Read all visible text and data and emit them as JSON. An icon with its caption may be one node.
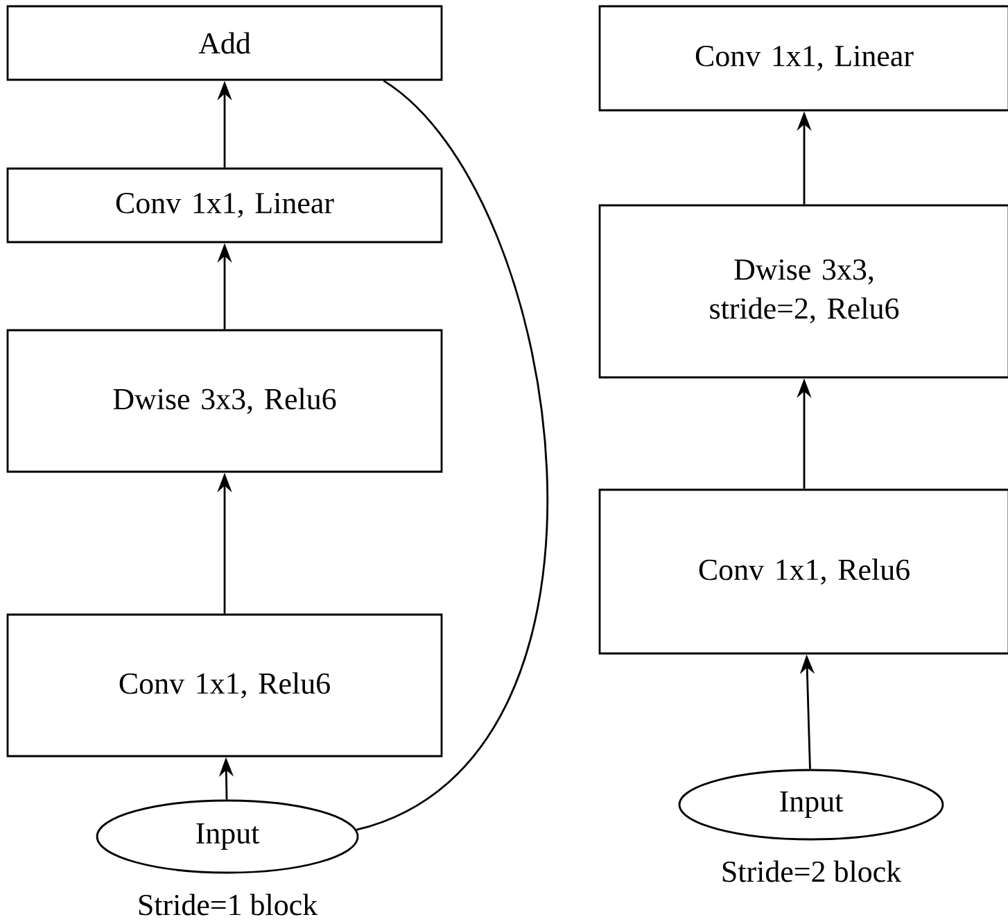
{
  "diagram": {
    "nodes": [
      {
        "text": [
          "Add"
        ]
      },
      {
        "text": [
          "Conv 1x1, Linear"
        ]
      },
      {
        "text": [
          "Dwise 3x3, Relu6"
        ]
      },
      {
        "text": [
          "Conv 1x1, Relu6"
        ]
      },
      {
        "text": [
          "Input"
        ],
        "beside": [
          "Stride=1 block"
        ]
      },
      {
        "text": [
          "Conv 1x1, Linear"
        ]
      },
      {
        "text": [
          "Dwise 3x3, stride=2, Relu6"
        ]
      },
      {
        "text": [
          "Conv 1x1, Relu6"
        ]
      },
      {
        "text": [
          "Input"
        ],
        "beside": [
          "Stride=2 block"
        ]
      }
    ],
    "edges": [
      {
        "from": 4,
        "to": 3,
        "arrow": "to"
      },
      {
        "from": 3,
        "to": 2,
        "arrow": "to"
      },
      {
        "from": 2,
        "to": 1,
        "arrow": "to"
      },
      {
        "from": 1,
        "to": 0,
        "arrow": "to"
      },
      {
        "from": 4,
        "to": 0,
        "arrow": "none"
      },
      {
        "from": 8,
        "to": 7,
        "arrow": "to"
      },
      {
        "from": 7,
        "to": 6,
        "arrow": "to"
      },
      {
        "from": 6,
        "to": 5,
        "arrow": "to"
      }
    ]
  }
}
